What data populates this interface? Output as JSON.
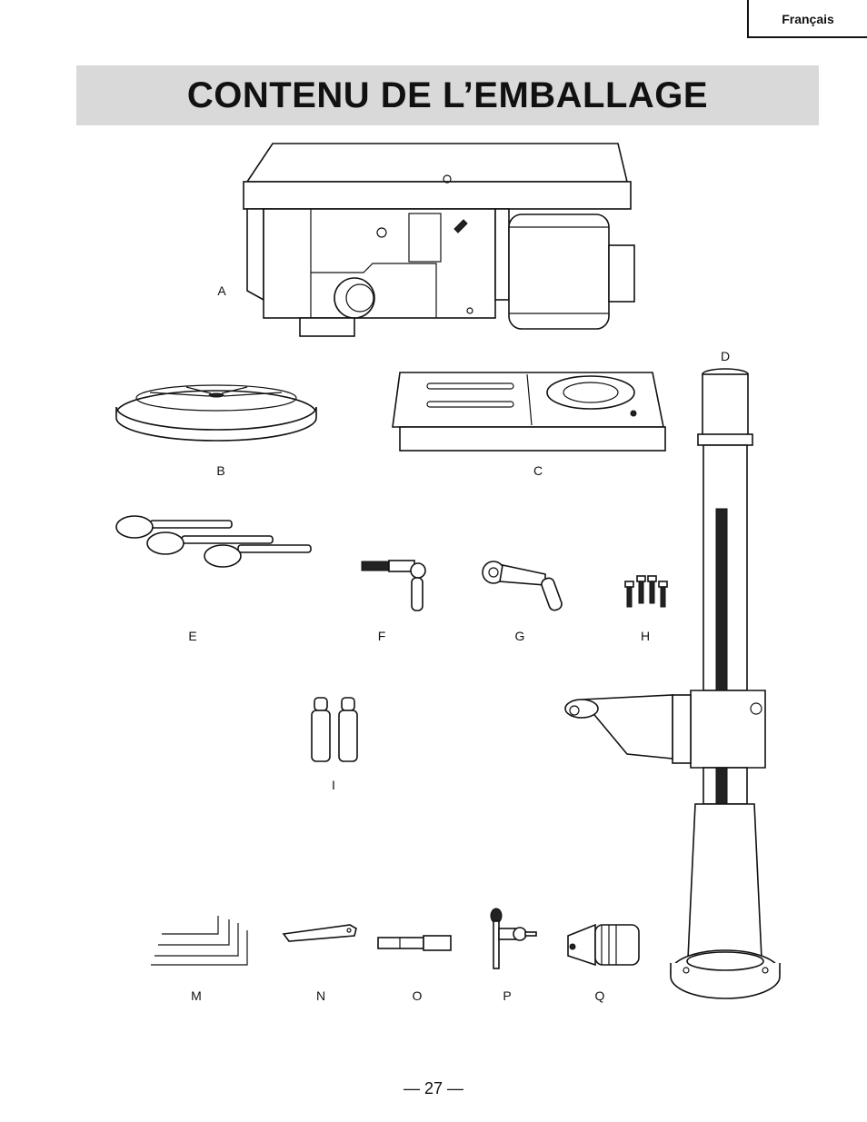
{
  "header": {
    "language": "Français"
  },
  "title": "CONTENU DE L’EMBALLAGE",
  "labels": {
    "A": "A",
    "B": "B",
    "C": "C",
    "D": "D",
    "E": "E",
    "F": "F",
    "G": "G",
    "H": "H",
    "I": "I",
    "M": "M",
    "N": "N",
    "O": "O",
    "P": "P",
    "Q": "Q"
  },
  "footer": {
    "page_number": "— 27 —"
  }
}
